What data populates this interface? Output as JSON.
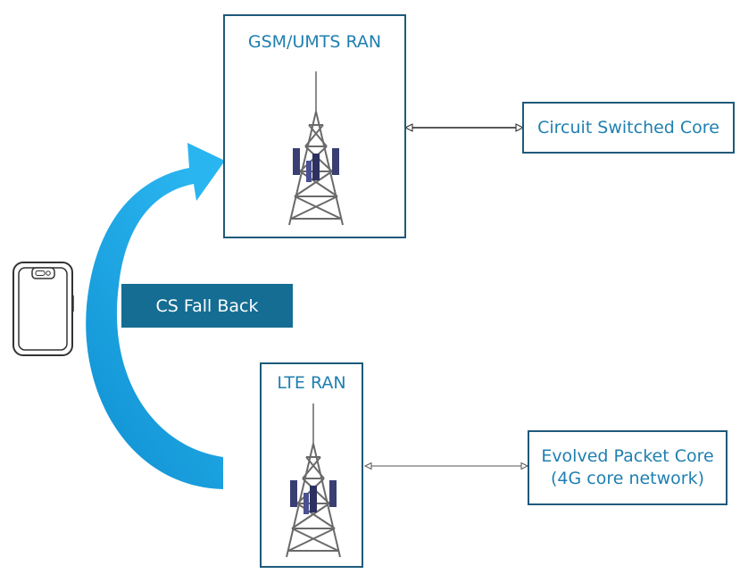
{
  "diagram": {
    "gsm_umts_ran": {
      "title": "GSM/UMTS RAN"
    },
    "lte_ran": {
      "title": "LTE RAN"
    },
    "circuit_switched_core": {
      "label": "Circuit Switched Core"
    },
    "evolved_packet_core": {
      "line1": "Evolved Packet Core",
      "line2": "(4G core network)"
    },
    "fallback": {
      "label": "CS Fall Back"
    },
    "colors": {
      "accent": "#1f7fb0",
      "border": "#1f5a7a",
      "arrow": "#1aa3e0",
      "label_bg": "#156d93"
    },
    "icons": [
      "smartphone-icon",
      "cell-tower-icon",
      "curved-arrow-icon",
      "double-arrow-icon"
    ]
  }
}
